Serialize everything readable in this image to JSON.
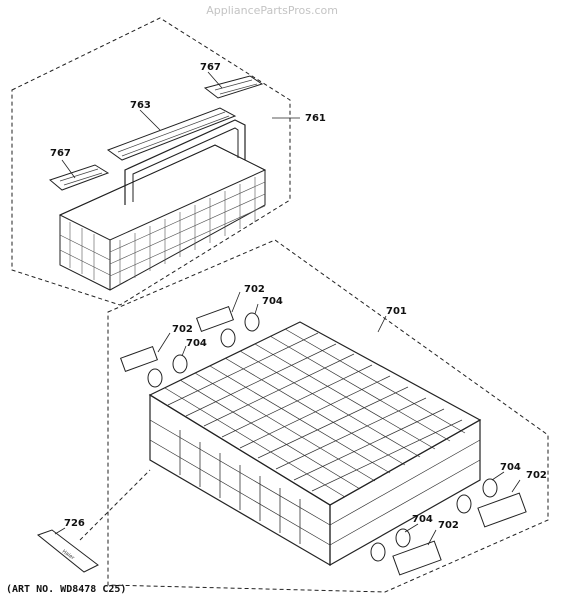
{
  "watermark": "AppliancePartsPros.com",
  "art_number": "(ART NO. WD8478 C25)",
  "callouts": {
    "c767_top": "767",
    "c763": "763",
    "c767_left": "767",
    "c761": "761",
    "c702_a": "702",
    "c704_a": "704",
    "c702_b": "702",
    "c704_b": "704",
    "c701": "701",
    "c726": "726",
    "c704_c": "704",
    "c702_c": "702",
    "c704_d": "704",
    "c702_d": "702"
  },
  "label_text": "Haier"
}
